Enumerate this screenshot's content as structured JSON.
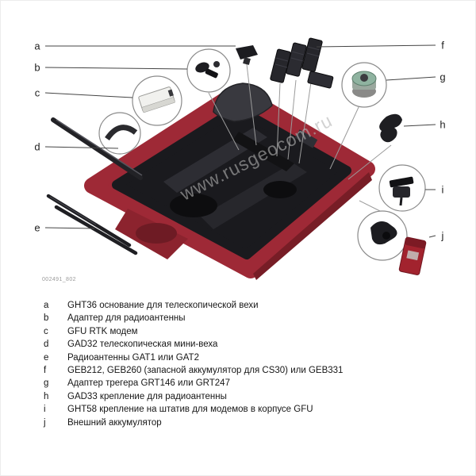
{
  "figure": {
    "code": "002491_802",
    "watermark": "www.rusgeocom.ru"
  },
  "callouts": {
    "letters": [
      "a",
      "b",
      "c",
      "d",
      "e",
      "f",
      "g",
      "h",
      "i",
      "j"
    ]
  },
  "legend": {
    "items": [
      {
        "letter": "a",
        "text": "GHT36 основание для телескопической вехи"
      },
      {
        "letter": "b",
        "text": "Адаптер для радиоантенны"
      },
      {
        "letter": "c",
        "text": "GFU RTK модем"
      },
      {
        "letter": "d",
        "text": "GAD32 телескопическая мини-веха"
      },
      {
        "letter": "e",
        "text": "Радиоантенны GAT1 или GAT2"
      },
      {
        "letter": "f",
        "text": "GEB212, GEB260 (запасной аккумулятор для CS30) или GEB331"
      },
      {
        "letter": "g",
        "text": "Адаптер трегера GRT146 или GRT247"
      },
      {
        "letter": "h",
        "text": "GAD33 крепление для радиоантенны"
      },
      {
        "letter": "i",
        "text": "GHT58 крепление на штатив для модемов в корпусе GFU"
      },
      {
        "letter": "j",
        "text": "Внешний аккумулятор"
      }
    ]
  },
  "colors": {
    "case_red": "#9e2936",
    "case_shadow": "#771d26",
    "foam_dark": "#1a1a1e",
    "battery_red": "#a2232e",
    "adapter_green": "#8fb3a0",
    "watermark_gray": "#b5b5b5"
  }
}
